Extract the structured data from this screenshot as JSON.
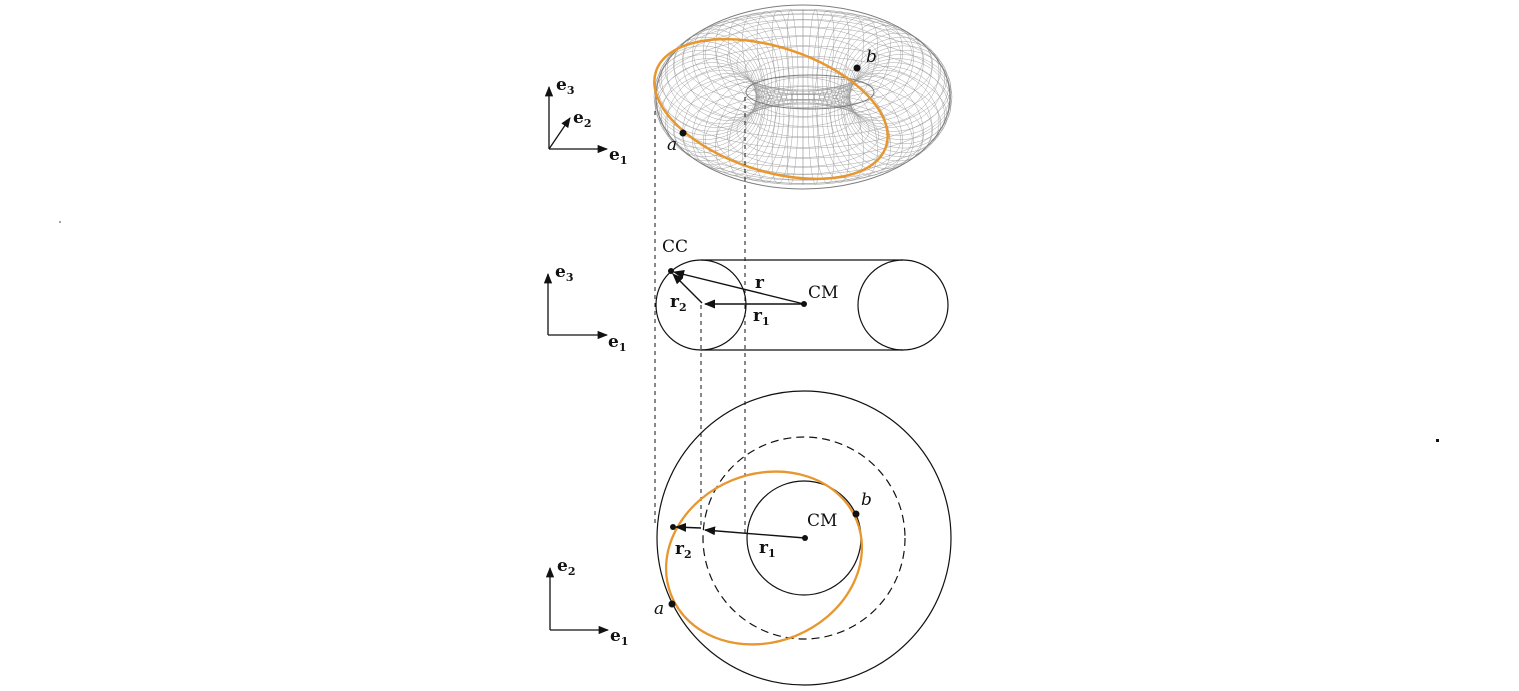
{
  "diagram": {
    "colors": {
      "curve": "#e8962e",
      "ink": "#111111",
      "mesh": "#9a9a9a",
      "background": "#ffffff"
    },
    "axes": {
      "e1": "e",
      "e1_sub": "1",
      "e2": "e",
      "e2_sub": "2",
      "e3": "e",
      "e3_sub": "3"
    },
    "points": {
      "a": "a",
      "b": "b"
    },
    "side_view": {
      "cc": "CC",
      "cm": "CM",
      "r": "r",
      "r1": "r",
      "r1_sub": "1",
      "r2": "r",
      "r2_sub": "2"
    },
    "top_view": {
      "cm": "CM",
      "r1": "r",
      "r1_sub": "1",
      "r2": "r",
      "r2_sub": "2"
    }
  }
}
